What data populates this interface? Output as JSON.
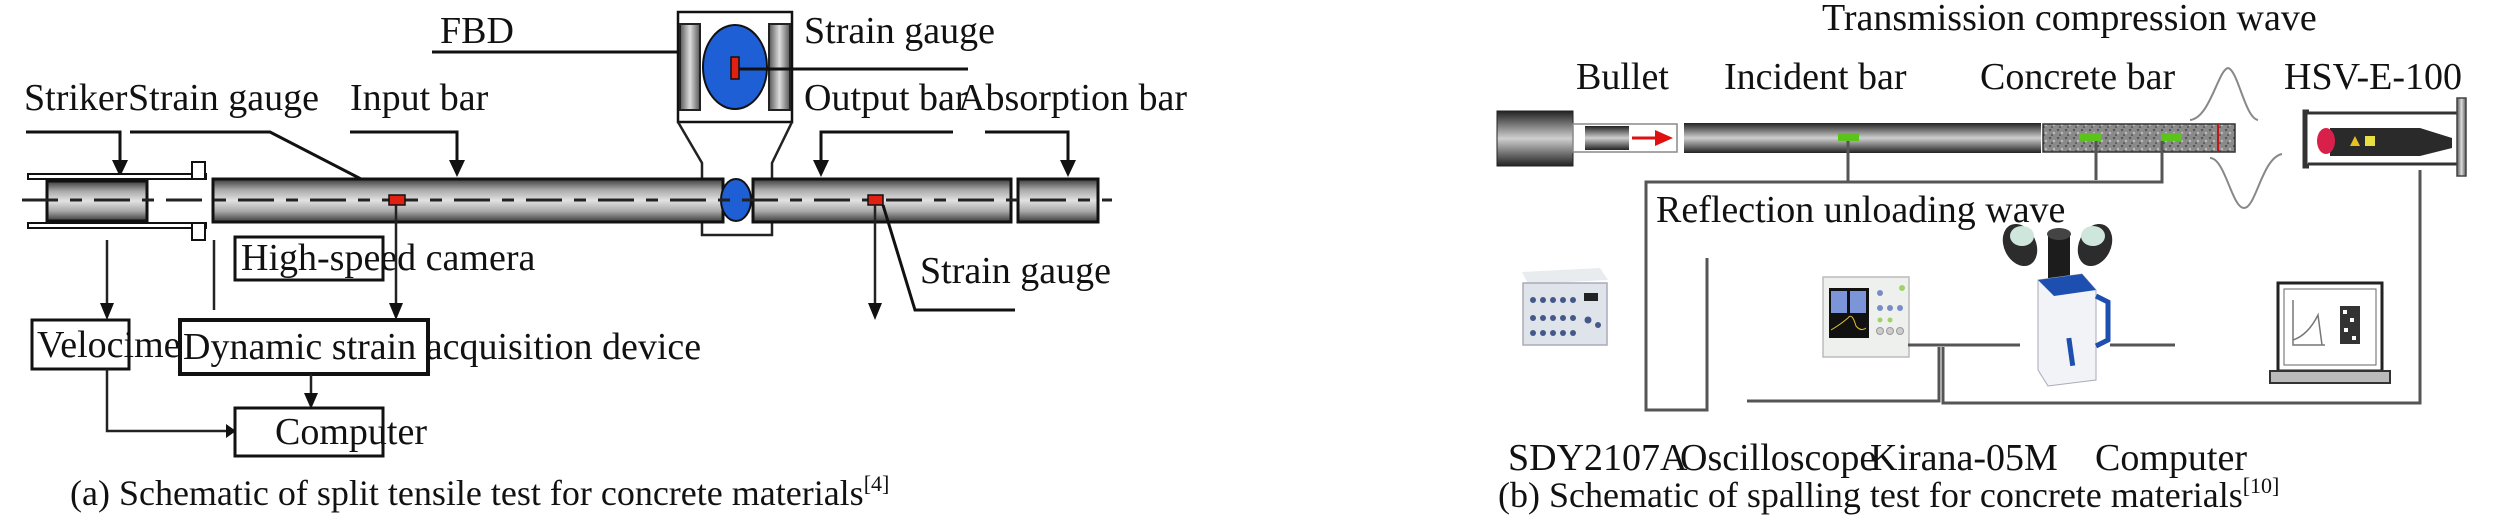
{
  "panel_a": {
    "labels": {
      "fbd": "FBD",
      "strain_gauge_top": "Strain gauge",
      "striker": "Striker",
      "strain_gauge_left": "Strain gauge",
      "input_bar": "Input bar",
      "output_bar": "Output bar",
      "absorption_bar": "Absorption bar",
      "high_speed_camera": "High-speed camera",
      "strain_gauge_right": "Strain gauge",
      "velocimeter": "Velocimeter",
      "dynamic_strain_device": "Dynamic strain acquisition device",
      "computer": "Computer"
    },
    "caption": "(a) Schematic of split tensile test for concrete materials",
    "caption_ref": "[4]",
    "colors": {
      "specimen": "#1f5fd6",
      "gauge": "#e02010",
      "bar": "#c8c8c8"
    }
  },
  "panel_b": {
    "labels": {
      "transmission_wave": "Transmission compression wave",
      "bullet": "Bullet",
      "incident_bar": "Incident bar",
      "concrete_bar": "Concrete bar",
      "hsv": "HSV-E-100",
      "reflection_wave": "Reflection unloading wave",
      "sdy": "SDY2107A",
      "oscilloscope": "Oscilloscope",
      "kirana": "Kirana-05M",
      "computer": "Computer"
    },
    "caption": "(b) Schematic of spalling test for concrete materials",
    "caption_ref": "[10]",
    "colors": {
      "gauge": "#5cc21c",
      "arrow": "#e01010",
      "lens_red": "#d8204a",
      "camera_blue": "#1d4fb0"
    }
  }
}
